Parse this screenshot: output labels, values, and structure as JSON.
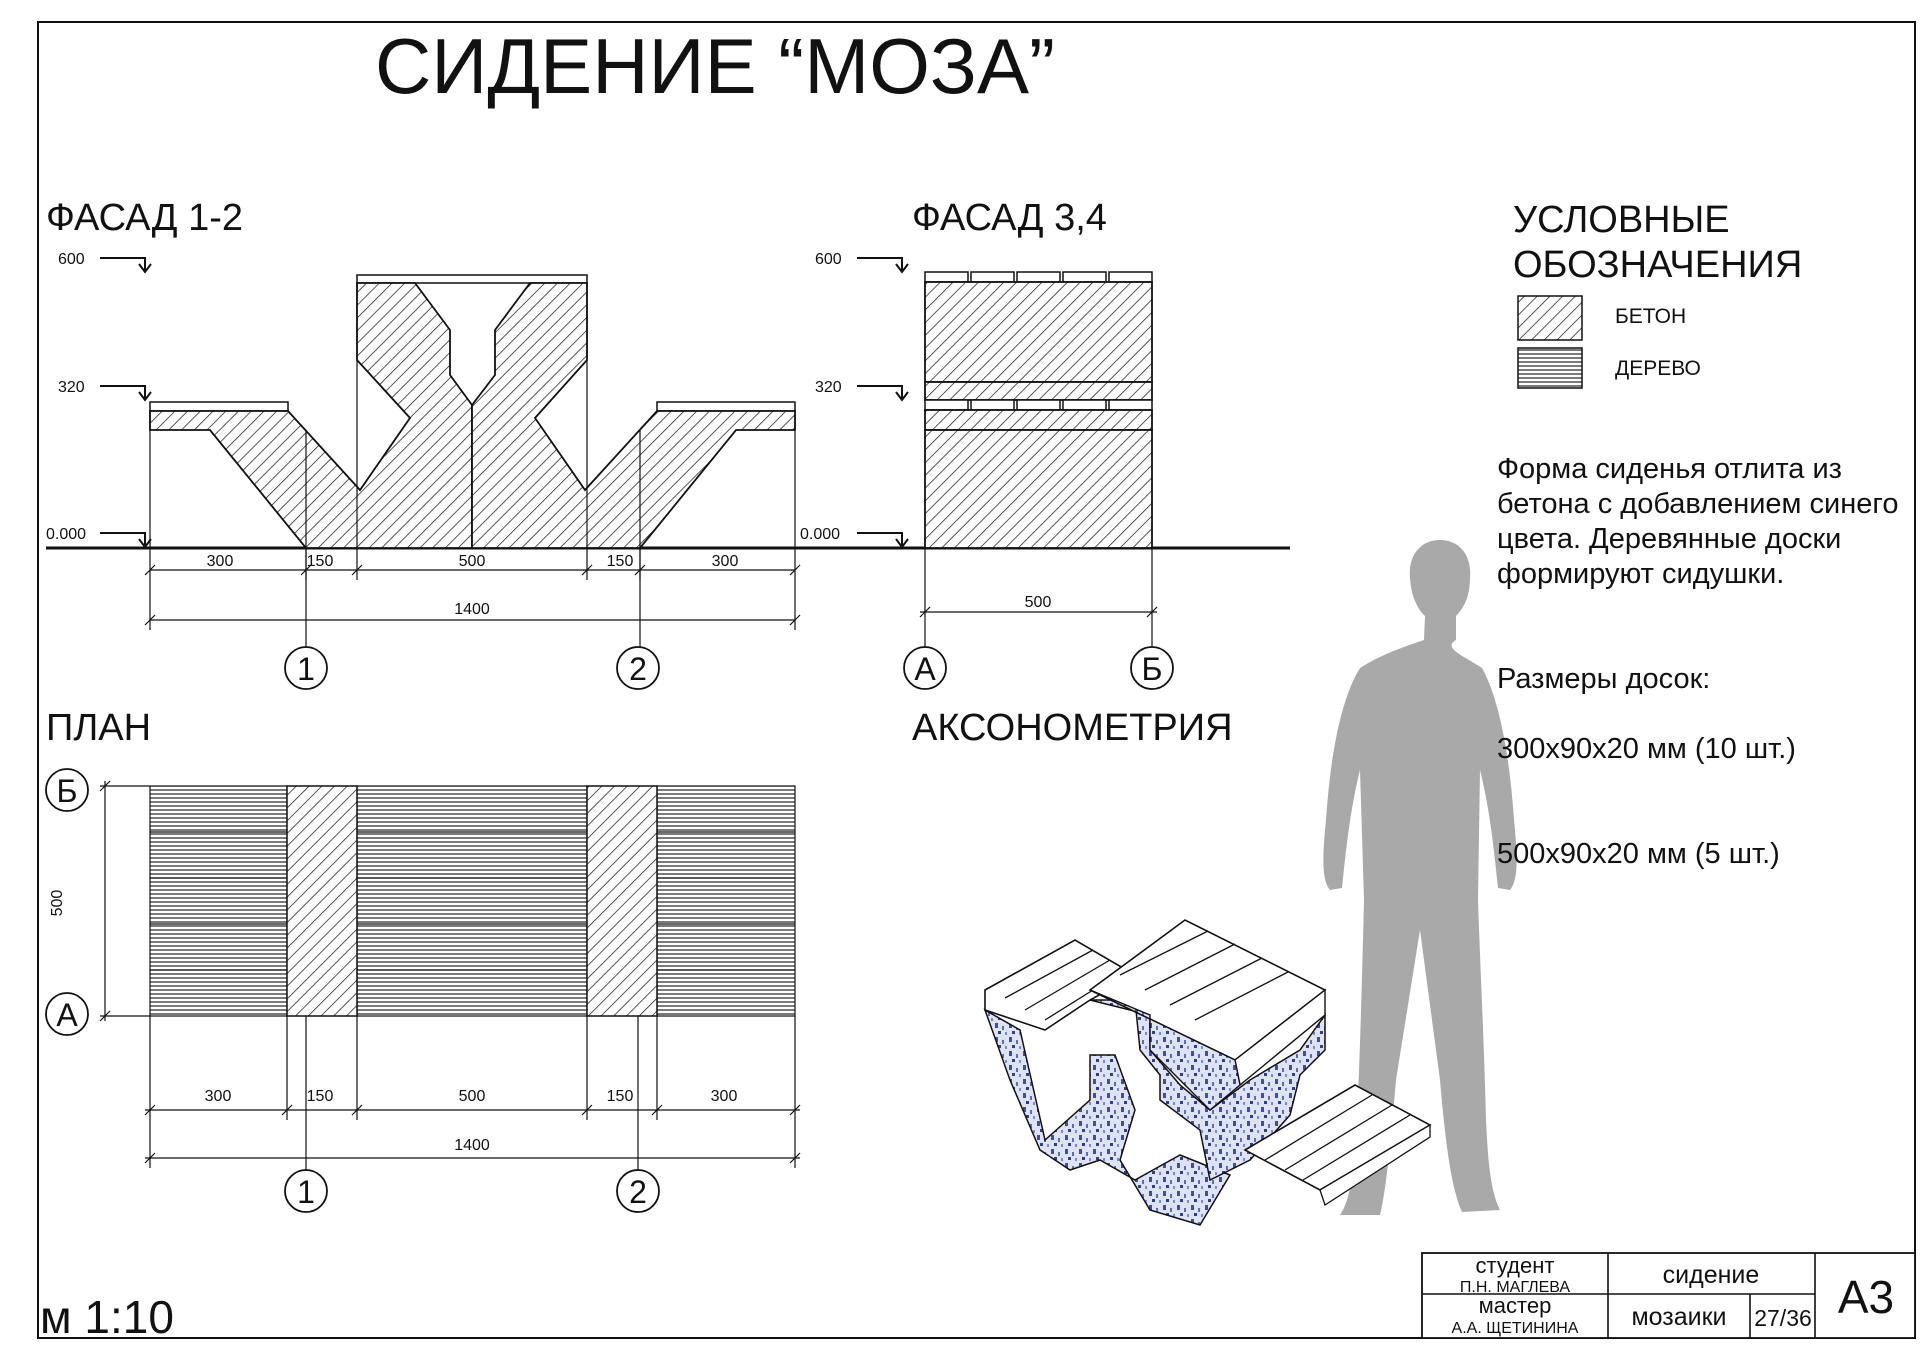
{
  "title": "СИДЕНИЕ “МОЗА”",
  "facade12": {
    "title": "ФАСАД 1-2",
    "levels": [
      "600",
      "320",
      "0.000"
    ],
    "dims": [
      "300",
      "150",
      "500",
      "150",
      "300"
    ],
    "total": "1400",
    "axes": [
      "1",
      "2"
    ]
  },
  "facade34": {
    "title": "ФАСАД 3,4",
    "levels": [
      "600",
      "320",
      "0.000"
    ],
    "width": "500",
    "axes": [
      "А",
      "Б"
    ]
  },
  "plan": {
    "title": "ПЛАН",
    "depth": "500",
    "dims": [
      "300",
      "150",
      "500",
      "150",
      "300"
    ],
    "total": "1400",
    "axes_x": [
      "1",
      "2"
    ],
    "axes_y": [
      "Б",
      "А"
    ]
  },
  "axonometry": {
    "title": "АКСОНОМЕТРИЯ"
  },
  "legend": {
    "title_line1": "УСЛОВНЫЕ",
    "title_line2": "ОБОЗНАЧЕНИЯ",
    "items": [
      {
        "label": "БЕТОН",
        "pattern": "diagonal-hatch"
      },
      {
        "label": "ДЕРЕВО",
        "pattern": "horizontal-lines"
      }
    ],
    "description": "Форма сиденья отлита из бетона с добавлением синего цвета. Деревянные доски формируют сидушки.",
    "sizes_title": "Размеры досок:",
    "size1": "300х90х20 мм (10 шт.)",
    "size2": "500х90х20 мм (5 шт.)"
  },
  "scale": "м 1:10",
  "stamp": {
    "student_label": "студент",
    "student_name": "П.Н. МАГЛЕВА",
    "master_label": "мастер",
    "master_name": "А.А. ЩЕТИНИНА",
    "subject_line1": "сидение",
    "subject_line2": "мозаики",
    "sheet_number": "27/36",
    "format": "А3"
  },
  "colors": {
    "line": "#111111",
    "concrete_blue": "#3a4fb0",
    "concrete_light": "#d6dcf4",
    "silhouette": "#a9a9a9"
  }
}
